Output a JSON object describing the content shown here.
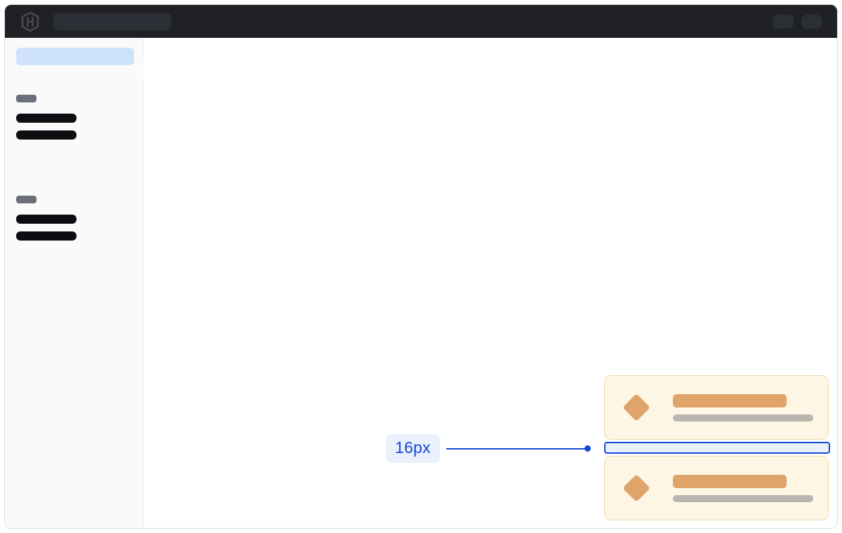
{
  "window": {
    "name": "wireframe-app-window"
  },
  "header": {
    "logo_icon": "hexagon-h-logo-icon",
    "search_placeholder_name": "search-placeholder",
    "actions": [
      {
        "icon": "header-action-pill-icon"
      },
      {
        "icon": "user-avatar-icon"
      }
    ],
    "background_color": "#1f2125",
    "field_color": "#2c2f36"
  },
  "sidebar": {
    "active_item": {
      "name": "sidebar-active-item",
      "color": "#cfe2fb"
    },
    "collapse_handle": {
      "name": "sidebar-collapse-handle"
    },
    "groups": [
      {
        "label_color": "#6b6e7b",
        "items": [
          {
            "name": "sidebar-skeleton-row"
          },
          {
            "name": "sidebar-skeleton-row"
          }
        ]
      },
      {
        "label_color": "#6b6e7b",
        "items": [
          {
            "name": "sidebar-skeleton-row"
          },
          {
            "name": "sidebar-skeleton-row"
          }
        ]
      }
    ],
    "background_color": "#fafafa",
    "border_color": "#e2e2e7"
  },
  "main": {
    "background_color": "#ffffff",
    "cards": [
      {
        "name": "content-card",
        "icon": "diamond-icon",
        "title_bar": "",
        "subtitle_bar": ""
      },
      {
        "name": "content-card",
        "icon": "diamond-icon",
        "title_bar": "",
        "subtitle_bar": ""
      }
    ],
    "card_colors": {
      "background": "#fdf6e4",
      "border": "#f0d9a8",
      "accent": "#e0a46a",
      "muted": "#b9b6b0"
    }
  },
  "annotation": {
    "measurement_label": "16px",
    "accent_color": "#1447d6",
    "badge_background": "#eaf1fd",
    "highlight_fill": "#eaf1fd",
    "highlight_border": "#1447d6"
  }
}
